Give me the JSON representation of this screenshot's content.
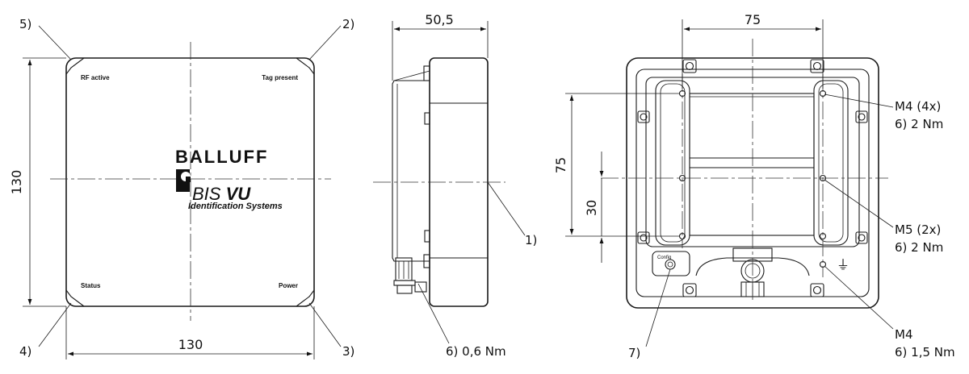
{
  "front_view": {
    "callouts": [
      "5)",
      "2)",
      "4)",
      "3)"
    ],
    "led_labels": {
      "top_left": "RF active",
      "top_right": "Tag present",
      "bottom_left": "Status",
      "bottom_right": "Power"
    },
    "logo": {
      "brand": "BALLUFF",
      "product_prefix": "BIS ",
      "product_bold": "VU",
      "tagline": "Identification Systems"
    },
    "dims": {
      "height": "130",
      "width": "130"
    }
  },
  "side_view": {
    "dims": {
      "depth": "50,5"
    },
    "callouts": {
      "one": "1)",
      "torque": "6)  0,6 Nm"
    }
  },
  "back_view": {
    "dims": {
      "width": "75",
      "height": "75",
      "inner": "30"
    },
    "config_label": "Config",
    "callouts": {
      "m4_4x": "M4 (4x)",
      "m4_4x_torque": "6)  2 Nm",
      "m5_2x": "M5 (2x)",
      "m5_2x_torque": "6)  2 Nm",
      "m4": "M4",
      "m4_torque": "6)  1,5 Nm",
      "seven": "7)"
    },
    "ground_symbol": "⏚"
  },
  "colors": {
    "line": "#1a1a1a",
    "background": "#ffffff"
  }
}
